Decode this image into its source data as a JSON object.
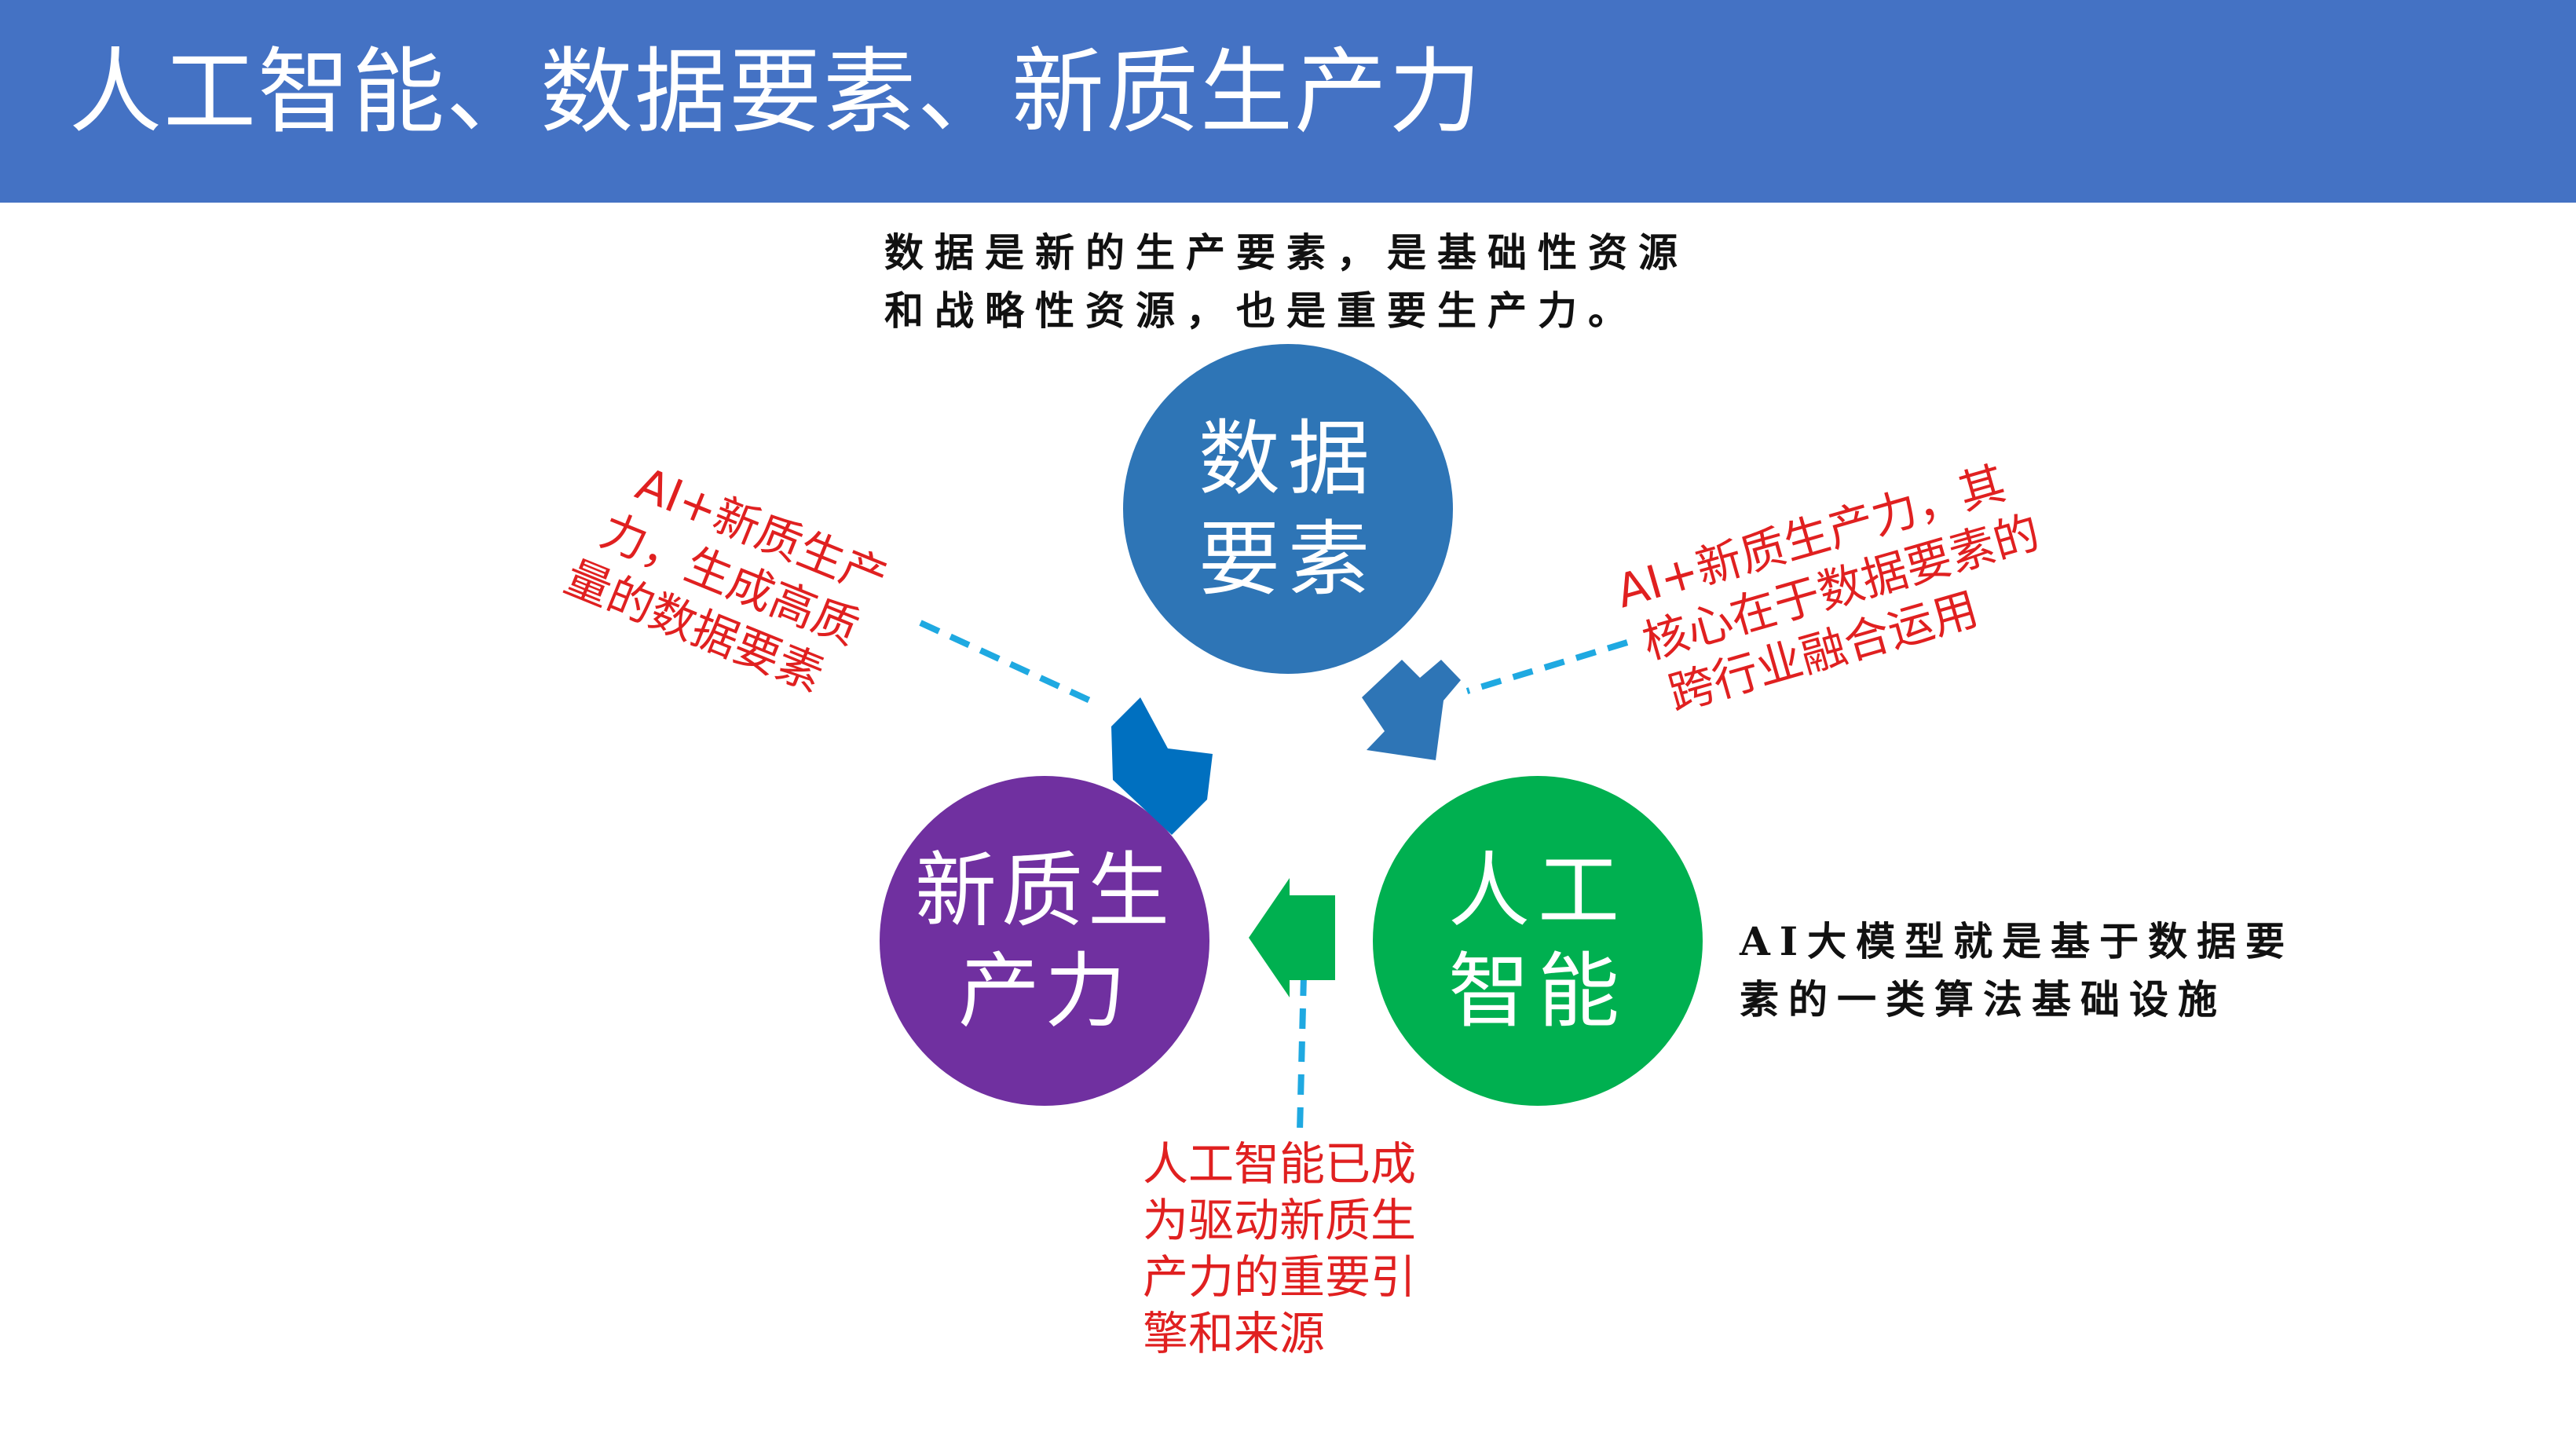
{
  "title": "人工智能、数据要素、新质生产力",
  "colors": {
    "title_bar": "#4472C4",
    "circle_data": "#2E75B6",
    "circle_ai": "#00B050",
    "circle_productivity": "#7030A0",
    "dashed_connector": "#1FA9E1",
    "annotation_red": "#E02020"
  },
  "circles": {
    "data": {
      "line1": "数据",
      "line2": "要素"
    },
    "ai": {
      "line1": "人工",
      "line2": "智能"
    },
    "productivity": {
      "line1": "新质生",
      "line2": "产力"
    }
  },
  "notes": {
    "top": {
      "line1": "数据是新的生产要素，是基础性资源",
      "line2": "和战略性资源，也是重要生产力。"
    },
    "right": {
      "line1": "AI大模型就是基于数据要",
      "line2": "素的一类算法基础设施"
    },
    "left_red": {
      "line1": "AI+新质生产",
      "line2": "力，生成高质",
      "line3": "量的数据要素"
    },
    "right_red": {
      "line1": "AI+新质生产力，其",
      "line2": "核心在于数据要素的",
      "line3": "跨行业融合运用"
    },
    "bottom_red": {
      "line1": "人工智能已成",
      "line2": "为驱动新质生",
      "line3": "产力的重要引",
      "line4": "擎和来源"
    }
  },
  "arrows": [
    {
      "name": "productivity-to-data-arrow",
      "color": "#0070C0"
    },
    {
      "name": "data-to-ai-arrow",
      "color": "#2E75B6"
    },
    {
      "name": "ai-to-productivity-arrow",
      "color": "#00B050"
    }
  ]
}
